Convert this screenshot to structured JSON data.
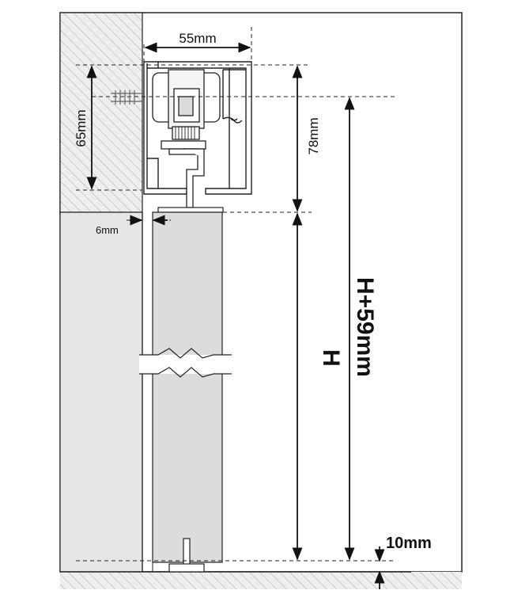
{
  "dimensions": {
    "width_label": "55mm",
    "wall_recess_label": "65mm",
    "profile_height_label": "78mm",
    "gap_label": "6mm",
    "door_height_label": "H",
    "total_height_label": "H+59mm",
    "floor_gap_label": "10mm"
  },
  "colors": {
    "line": "#222222",
    "wall_fill": "#e6e6e6",
    "door_fill": "#dcdcdc",
    "hatch": "#9a9a9a"
  }
}
